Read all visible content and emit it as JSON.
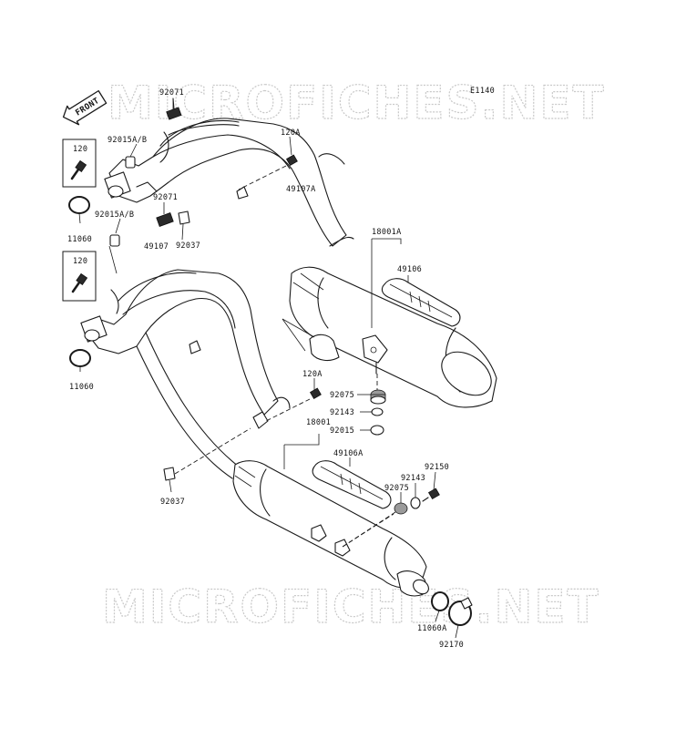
{
  "watermark": "MICROFICHES.NET",
  "ref_code": "E1140",
  "front_label": "FRONT",
  "labels": {
    "l_92071_top": "92071",
    "l_92015ab_top": "92015A/B",
    "l_120_top": "120",
    "l_120a_top": "120A",
    "l_49107a": "49107A",
    "l_11060_top": "11060",
    "l_92015ab_mid": "92015A/B",
    "l_92071_mid": "92071",
    "l_92037_mid": "92037",
    "l_49107": "49107",
    "l_18001a": "18001A",
    "l_49106": "49106",
    "l_120_mid": "120",
    "l_11060_mid": "11060",
    "l_120a_mid": "120A",
    "l_92075_a": "92075",
    "l_92143_a": "92143",
    "l_92015": "92015",
    "l_18001": "18001",
    "l_49106a": "49106A",
    "l_92150": "92150",
    "l_92143_b": "92143",
    "l_92075_b": "92075",
    "l_92037_bot": "92037",
    "l_11060a": "11060A",
    "l_92170": "92170"
  }
}
